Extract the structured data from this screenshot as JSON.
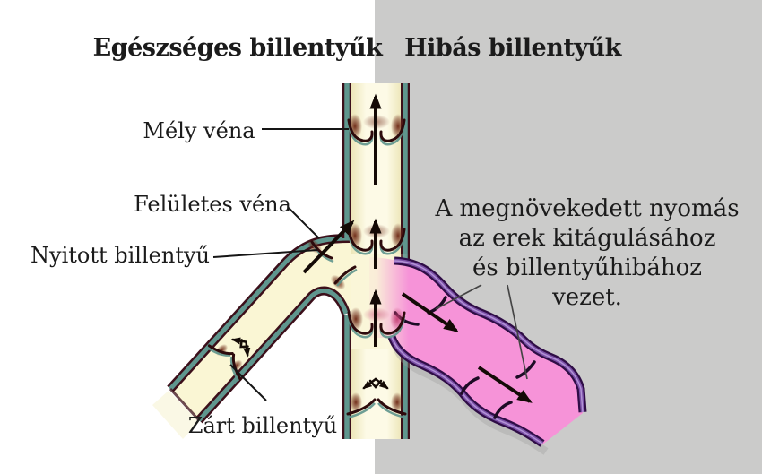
{
  "titles": {
    "healthy": "Egészséges billentyűk",
    "faulty": "Hibás billentyűk"
  },
  "labels": {
    "deep_vein": "Mély véna",
    "superficial_vein": "Felületes véna",
    "open_valve": "Nyitott billentyű",
    "closed_valve": "Zárt billentyű"
  },
  "caption": {
    "lines": [
      "A megnövekedett nyomás",
      "az erek kitágulásához",
      "és billentyűhibához",
      "vezet."
    ]
  },
  "colors": {
    "background_left": "#ffffff",
    "background_right": "#cbcbca",
    "vein_wall_teal": "#5f968e",
    "vein_wall_outline": "#3c0f1a",
    "vein_fill_cream": "#fbf7dc",
    "faulty_vein_fill_pink": "#f693d8",
    "faulty_vein_wall_purple": "#3c1153",
    "arrow_black": "#140a06",
    "text": "#1b1b1b"
  }
}
